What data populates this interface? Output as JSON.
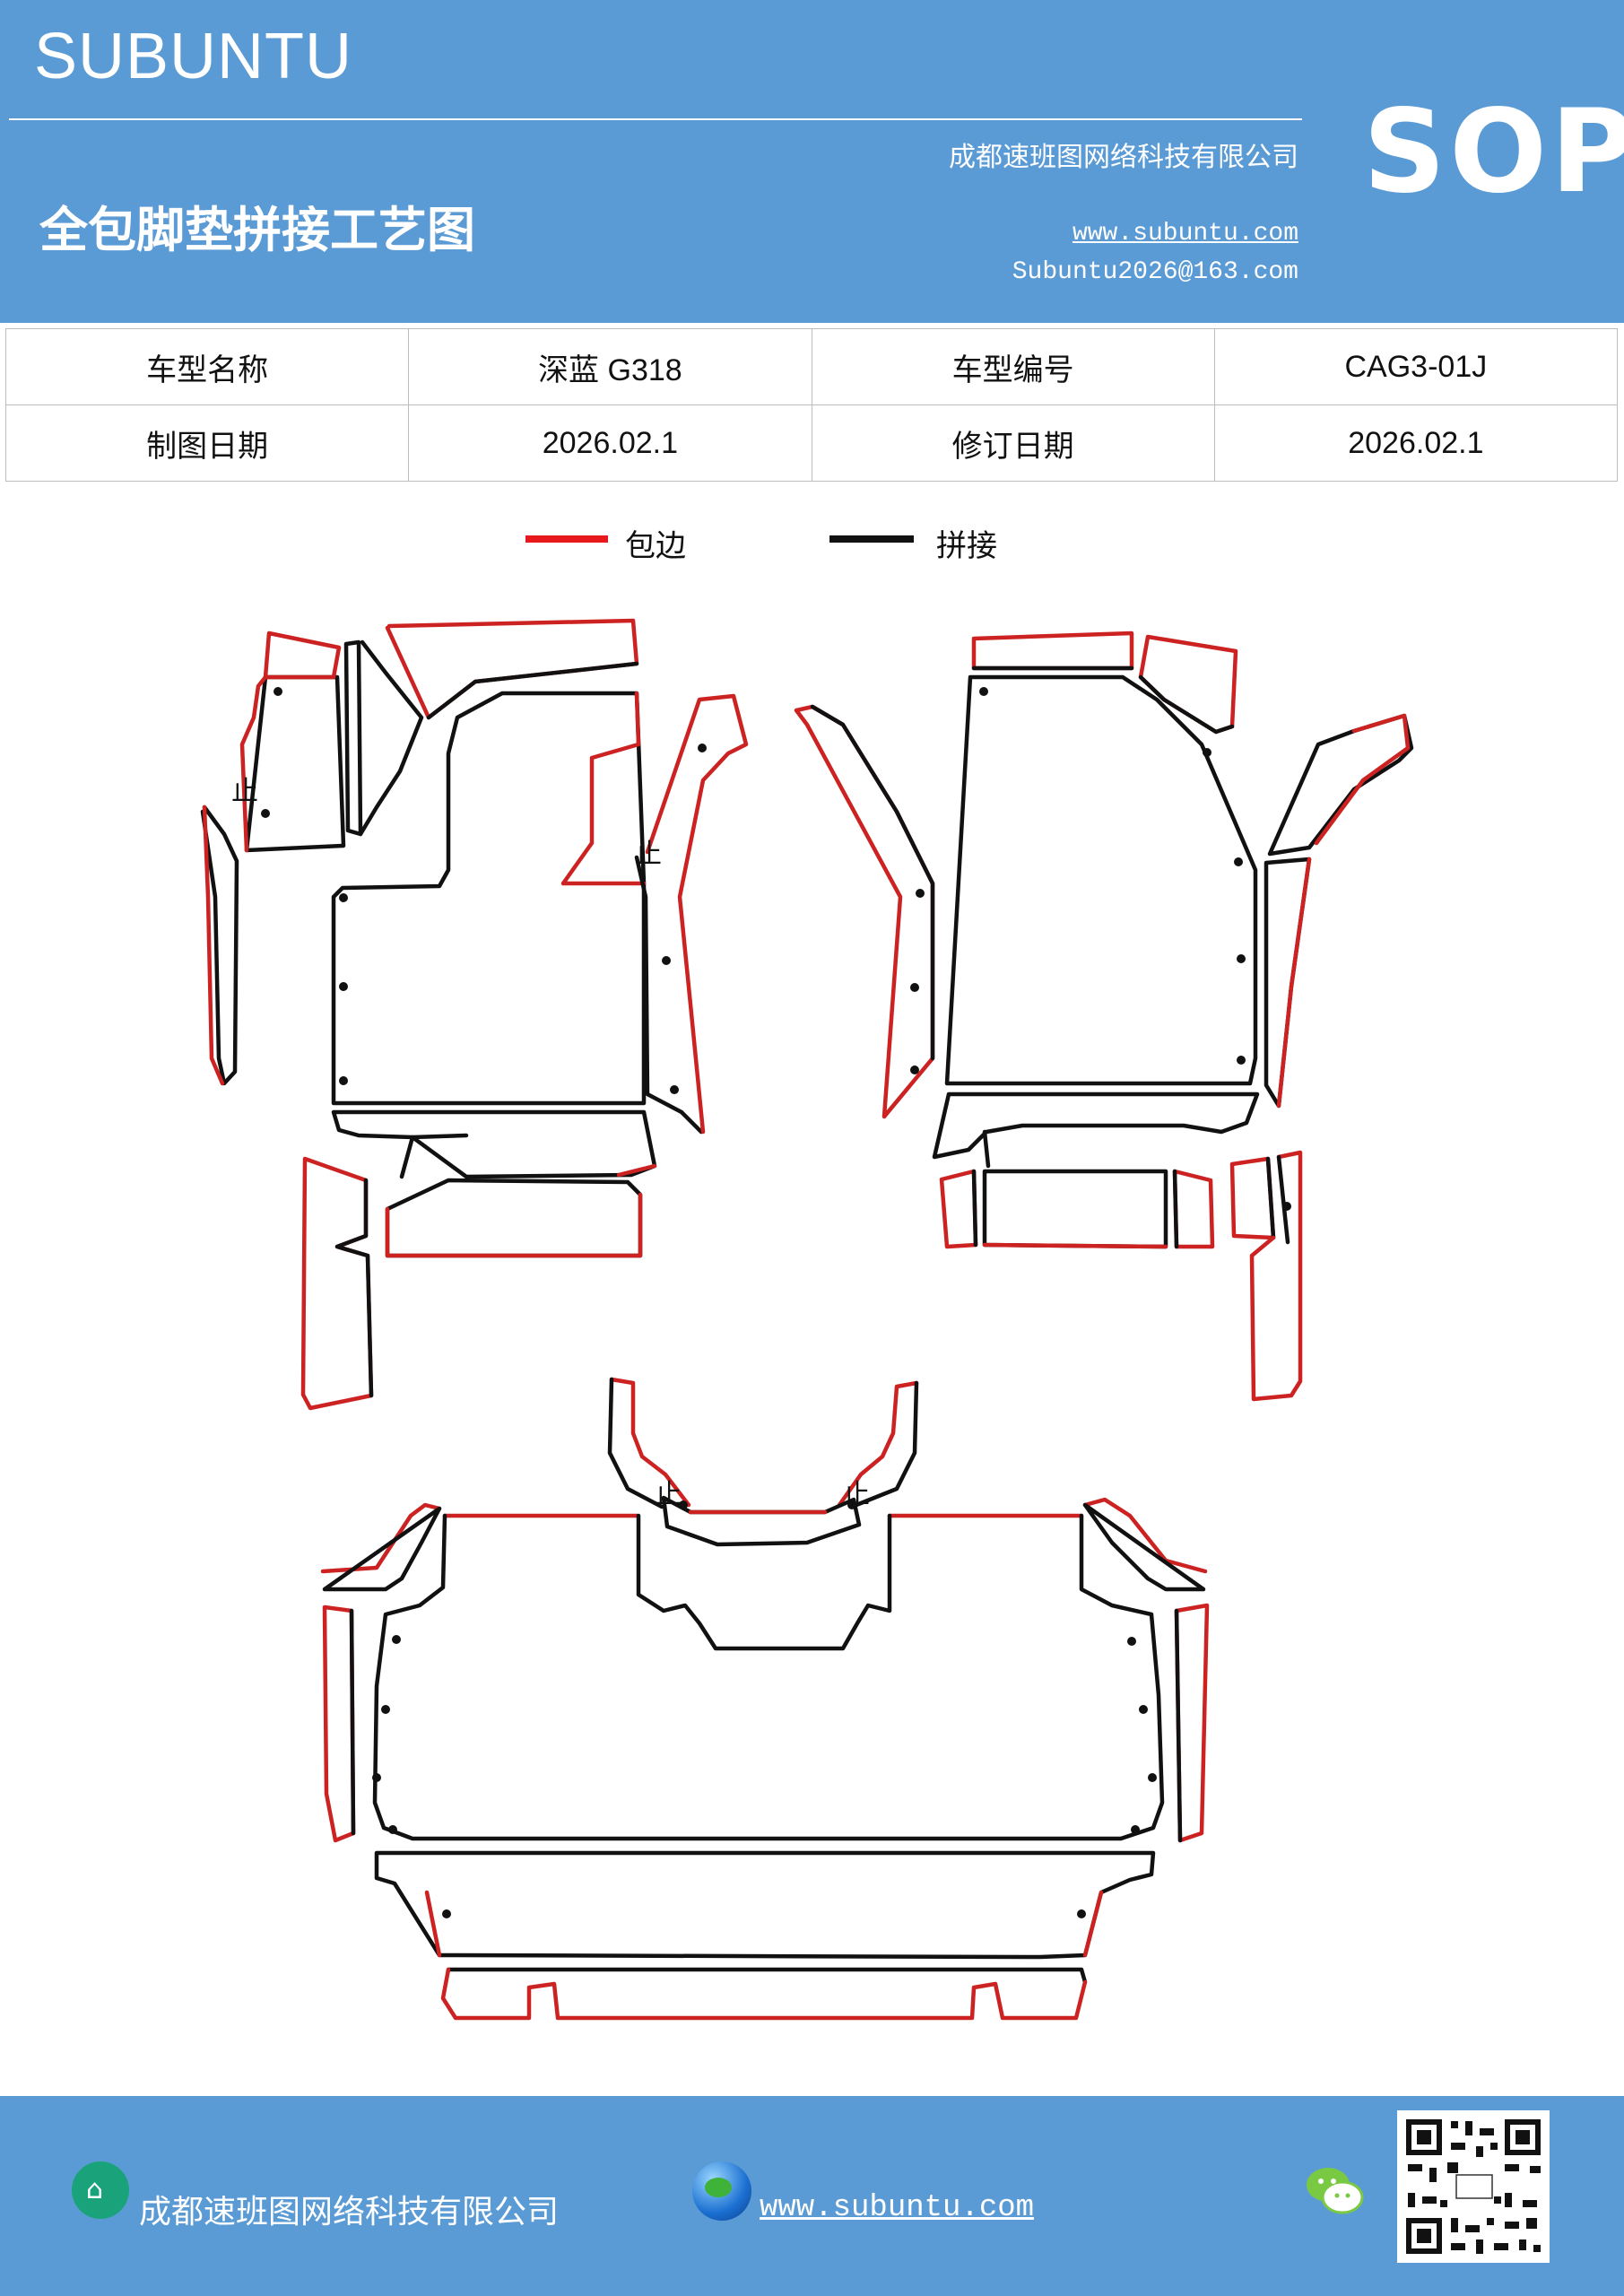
{
  "header": {
    "brand": "SUBUNTU",
    "company": "成都速班图网络科技有限公司",
    "sop": "SOP",
    "title": "全包脚垫拼接工艺图",
    "website": "www.subuntu.com",
    "email": "Subuntu2026@163.com"
  },
  "info_table": {
    "rows": [
      [
        {
          "label": "车型名称"
        },
        {
          "value": "深蓝 G318"
        },
        {
          "label": "车型编号"
        },
        {
          "value": "CAG3-01J"
        }
      ],
      [
        {
          "label": "制图日期"
        },
        {
          "value": "2026.02.1"
        },
        {
          "label": "修订日期"
        },
        {
          "value": "2026.02.1"
        }
      ]
    ]
  },
  "legend": {
    "items": [
      {
        "label": "包边",
        "color": "#e8191c"
      },
      {
        "label": "拼接",
        "color": "#111111"
      }
    ]
  },
  "diagram": {
    "stop_marks": [
      "止",
      "止",
      "止",
      "止"
    ],
    "colors": {
      "edge": "#cc2222",
      "seam": "#111111"
    }
  },
  "footer": {
    "company": "成都速班图网络科技有限公司",
    "website": "www.subuntu.com",
    "icons": [
      "building-icon",
      "globe-icon",
      "wechat-icon",
      "qr-code"
    ]
  }
}
